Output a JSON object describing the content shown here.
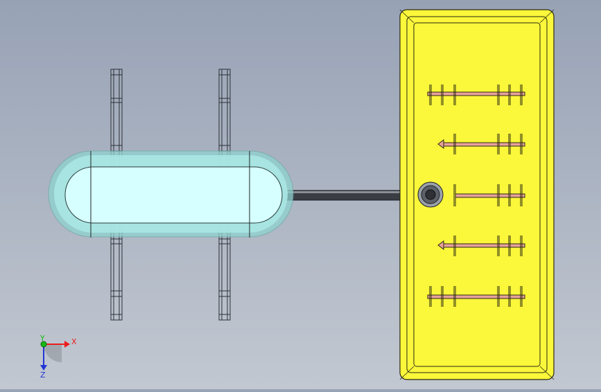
{
  "viewport": {
    "background_top": "#97a2b5",
    "background_bottom": "#c2c8d1"
  },
  "vessel": {
    "glass_color": "#d6ffff",
    "halo_color": "#8fd3d0",
    "outline_color": "#2a3a3a"
  },
  "pipe": {
    "color": "#3a3d44"
  },
  "tray": {
    "fill": "#fbf73a",
    "border": "#2a2a10",
    "rack_color": "#e8a19a"
  },
  "triad": {
    "x_label": "X",
    "y_label": "Y",
    "z_label": "Z",
    "x_color": "#ee1c1c",
    "y_color": "#18b818",
    "z_color": "#2236d6"
  }
}
